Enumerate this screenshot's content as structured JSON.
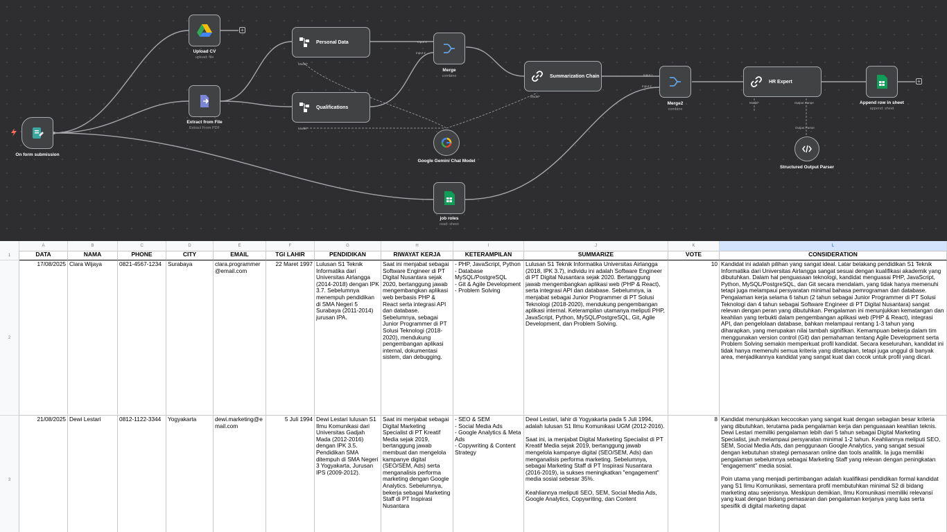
{
  "workflow": {
    "nodes": {
      "trigger": {
        "label": "On form submission"
      },
      "upload_cv": {
        "label": "Upload CV",
        "sub": "upload: file"
      },
      "extract": {
        "label": "Extract from File",
        "sub": "Extract From PDF"
      },
      "personal": {
        "label": "Personal Data"
      },
      "qualifications": {
        "label": "Qualifications"
      },
      "merge": {
        "label": "Merge",
        "sub": "combine"
      },
      "gemini": {
        "label": "Google Gemini Chat Model"
      },
      "summarization": {
        "label": "Summarization Chain"
      },
      "merge2": {
        "label": "Merge2",
        "sub": "combine"
      },
      "hr_expert": {
        "label": "HR Expert"
      },
      "parser": {
        "label": "Structured Output Parser"
      },
      "append": {
        "label": "Append row in sheet",
        "sub": "append: sheet"
      },
      "job_roles": {
        "label": "job roles",
        "sub": "read: sheet"
      }
    },
    "ports": {
      "input1": "Input 1",
      "input2": "Input 2",
      "model": "Model*",
      "output_parser": "Output Parser"
    }
  },
  "sheet": {
    "column_letters": [
      "A",
      "B",
      "C",
      "D",
      "E",
      "F",
      "G",
      "H",
      "I",
      "J",
      "K",
      "L"
    ],
    "headers": [
      "DATA",
      "NAMA",
      "PHONE",
      "CITY",
      "EMAIL",
      "TGl LAHIR",
      "PENDIDIKAN",
      "RIWAYAT KERJA",
      "KETERAMPILAN",
      "SUMMARIZE",
      "VOTE",
      "CONSIDERATION"
    ],
    "row_numbers": [
      "1",
      "2",
      "3"
    ],
    "rows": [
      [
        "17/08/2025",
        "Clara Wijaya",
        "0821-4567-1234",
        "Surabaya",
        "clara.programmer@email.com",
        "22 Maret 1997",
        "Lulusan S1 Teknik Informatika dari Universitas Airlangga (2014-2018) dengan IPK 3.7. Sebelumnya menempuh pendidikan di SMA Negeri 5 Surabaya (2011-2014) jurusan IPA.",
        "Saat ini menjabat sebagai Software Engineer di PT Digital Nusantara sejak 2020, bertanggung jawab mengembangkan aplikasi web berbasis PHP & React serta integrasi API dan database.\nSebelumnya, sebagai Junior Programmer di PT Solusi Teknologi (2018-2020), mendukung pengembangan aplikasi internal, dokumentasi sistem, dan debugging.",
        "- PHP, JavaScript, Python\n- Database MySQL/PostgreSQL\n- Git & Agile Development\n- Problem Solving",
        "Lulusan S1 Teknik Informatika Universitas Airlangga (2018, IPK 3.7), individu ini adalah Software Engineer di PT Digital Nusantara sejak 2020. Bertanggung jawab mengembangkan aplikasi web (PHP & React), serta integrasi API dan database. Sebelumnya, ia menjabat sebagai Junior Programmer di PT Solusi Teknologi (2018-2020), mendukung pengembangan aplikasi internal. Keterampilan utamanya meliputi PHP, JavaScript, Python, MySQL/PostgreSQL, Git, Agile Development, dan Problem Solving.",
        "10",
        "Kandidat ini adalah pilihan yang sangat ideal. Latar belakang pendidikan S1 Teknik Informatika dari Universitas Airlangga sangat sesuai dengan kualifikasi akademik yang dibutuhkan. Dalam hal penguasaan teknologi, kandidat menguasai PHP, JavaScript, Python, MySQL/PostgreSQL, dan Git secara mendalam, yang tidak hanya memenuhi tetapi juga melampaui persyaratan minimal bahasa pemrograman dan database. Pengalaman kerja selama 6 tahun (2 tahun sebagai Junior Programmer di PT Solusi Teknologi dan 4 tahun sebagai Software Engineer di PT Digital Nusantara) sangat relevan dengan peran yang dibutuhkan. Pengalaman ini menunjukkan kematangan dan keahlian yang terbukti dalam pengembangan aplikasi web (PHP & React), integrasi API, dan pengelolaan database, bahkan melampaui rentang 1-3 tahun yang diharapkan, yang merupakan nilai tambah signifikan. Kemampuan bekerja dalam tim menggunakan version control (Git) dan pemahaman tentang Agile Development serta Problem Solving semakin memperkuat profil kandidat. Secara keseluruhan, kandidat ini tidak hanya memenuhi semua kriteria yang ditetapkan, tetapi juga unggul di banyak area, menjadikannya kandidat yang sangat kuat dan cocok untuk profil yang dicari."
      ],
      [
        "21/08/2025",
        "Dewi Lestari",
        "0812-1122-3344",
        "Yogyakarta",
        "dewi.marketing@email.com",
        "5 Juli 1994",
        "Dewi Lestari lulusan S1 Ilmu Komunikasi dari Universitas Gadjah Mada (2012-2016) dengan IPK 3.5. Pendidikan SMA ditempuh di SMA Negeri 3 Yogyakarta, Jurusan IPS (2009-2012).",
        "Saat ini menjabat sebagai Digital Marketing Specialist di PT Kreatif Media sejak 2019, bertanggung jawab membuat dan mengelola kampanye digital (SEO/SEM, Ads) serta menganalisis performa marketing dengan Google Analytics. Sebelumnya, bekerja sebagai Marketing Staff di PT Inspirasi Nusantara",
        "- SEO & SEM\n- Social Media Ads\n- Google Analytics & Meta Ads\n- Copywriting & Content Strategy",
        "Dewi Lestari, lahir di Yogyakarta pada 5 Juli 1994, adalah lulusan S1 Ilmu Komunikasi UGM (2012-2016).\n\nSaat ini, ia menjabat Digital Marketing Specialist di PT Kreatif Media sejak 2019, bertanggung jawab mengelola kampanye digital (SEO/SEM, Ads) dan menganalisis performa marketing. Sebelumnya, sebagai Marketing Staff di PT Inspirasi Nusantara (2016-2019), ia sukses meningkatkan \"engagement\" media sosial sebesar 35%.\n\nKeahliannya meliputi SEO, SEM, Social Media Ads, Google Analytics, Copywriting, dan Content",
        "8",
        "Kandidat menunjukkan kecocokan yang sangat kuat dengan sebagian besar kriteria yang dibutuhkan, terutama pada pengalaman kerja dan penguasaan keahlian teknis. Dewi Lestari memiliki pengalaman lebih dari 5 tahun sebagai Digital Marketing Specialist, jauh melampaui persyaratan minimal 1-2 tahun. Keahliannya meliputi SEO, SEM, Social Media Ads, dan penggunaan Google Analytics, yang sangat sesuai dengan kebutuhan strategi pemasaran online dan tools analitik. Ia juga memiliki pengalaman sebelumnya sebagai Marketing Staff yang relevan dengan peningkatan \"engagement\" media sosial.\n\nPoin utama yang menjadi pertimbangan adalah kualifikasi pendidikan formal kandidat yang S1 Ilmu Komunikasi, sementara profil membutuhkan minimal S2 di bidang marketing atau sejenisnya. Meskipun demikian, Ilmu Komunikasi memiliki relevansi yang kuat dengan bidang pemasaran dan pengalaman kerjanya yang luas serta spesifik di digital marketing dapat"
      ]
    ]
  }
}
